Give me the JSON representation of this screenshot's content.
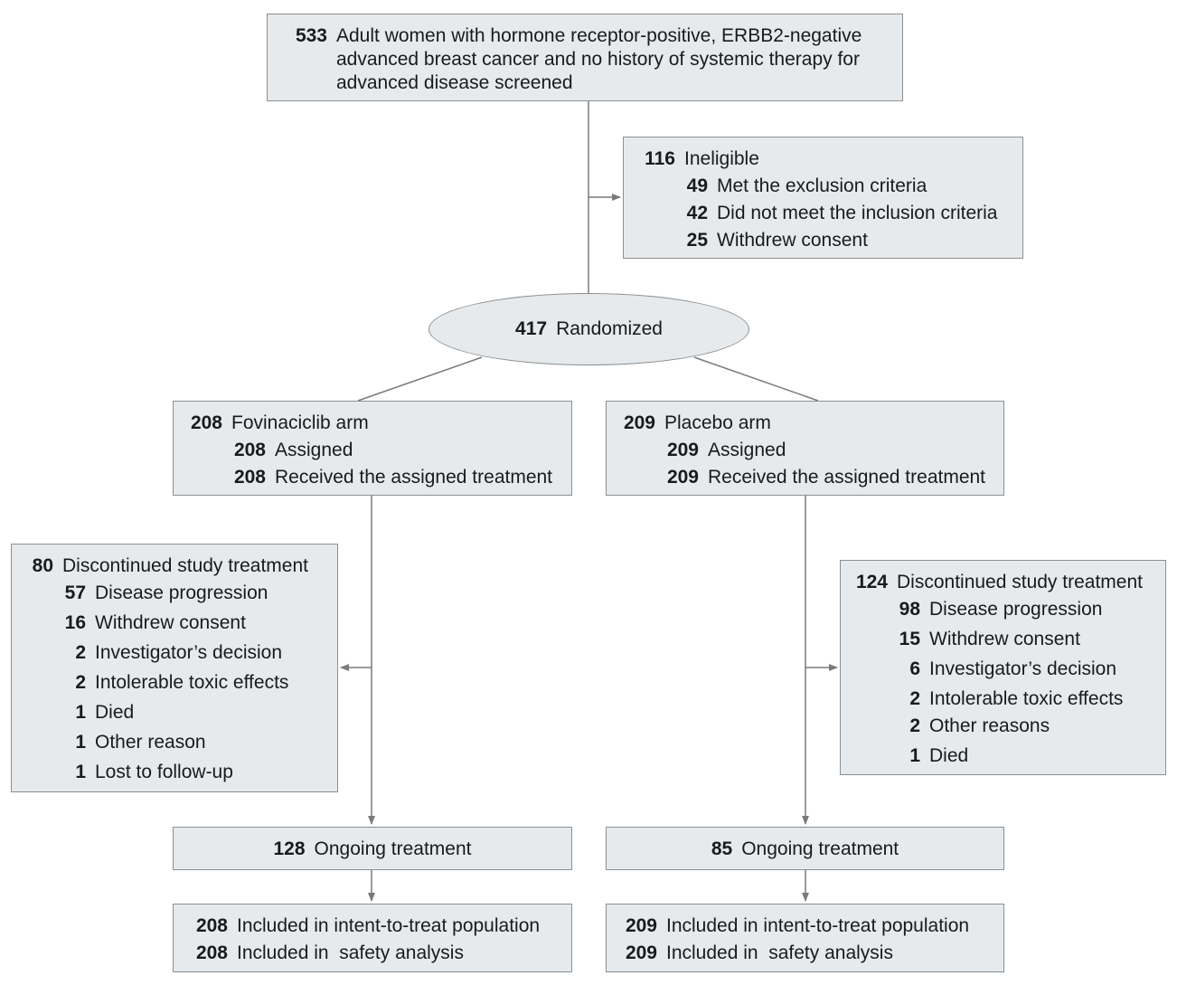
{
  "screened": {
    "count": "533",
    "lines": [
      "Adult women with hormone receptor-positive, ERBB2-negative",
      "advanced breast cancer and no history of systemic therapy for",
      "advanced disease screened"
    ]
  },
  "ineligible": {
    "count": "116",
    "label": "Ineligible",
    "items": [
      {
        "count": "49",
        "label": "Met the exclusion criteria"
      },
      {
        "count": "42",
        "label": "Did not meet the inclusion criteria"
      },
      {
        "count": "25",
        "label": "Withdrew consent"
      }
    ]
  },
  "randomized": {
    "count": "417",
    "label": "Randomized"
  },
  "fovinaciclib_arm": {
    "count": "208",
    "label": "Fovinaciclib arm",
    "items": [
      {
        "count": "208",
        "label": "Assigned"
      },
      {
        "count": "208",
        "label": "Received the assigned treatment"
      }
    ]
  },
  "placebo_arm": {
    "count": "209",
    "label": "Placebo arm",
    "items": [
      {
        "count": "209",
        "label": "Assigned"
      },
      {
        "count": "209",
        "label": "Received the assigned treatment"
      }
    ]
  },
  "fovinaciclib_discontinued": {
    "count": "80",
    "label": "Discontinued study treatment",
    "items": [
      {
        "count": "57",
        "label": "Disease progression"
      },
      {
        "count": "16",
        "label": "Withdrew consent"
      },
      {
        "count": "2",
        "label": "Investigator’s decision"
      },
      {
        "count": "2",
        "label": "Intolerable toxic effects"
      },
      {
        "count": "1",
        "label": "Died"
      },
      {
        "count": "1",
        "label": "Other reason"
      },
      {
        "count": "1",
        "label": "Lost to follow-up"
      }
    ]
  },
  "placebo_discontinued": {
    "count": "124",
    "label": "Discontinued study treatment",
    "items": [
      {
        "count": "98",
        "label": "Disease progression"
      },
      {
        "count": "15",
        "label": "Withdrew consent"
      },
      {
        "count": "6",
        "label": "Investigator’s decision"
      },
      {
        "count": "2",
        "label": "Intolerable toxic effects"
      },
      {
        "count": "2",
        "label": "Other reasons"
      },
      {
        "count": "1",
        "label": "Died"
      }
    ]
  },
  "fovinaciclib_ongoing": {
    "count": "128",
    "label": "Ongoing treatment"
  },
  "placebo_ongoing": {
    "count": "85",
    "label": "Ongoing treatment"
  },
  "fovinaciclib_analysis": {
    "items": [
      {
        "count": "208",
        "label": "Included in intent-to-treat population"
      },
      {
        "count": "208",
        "label": "Included in  safety analysis"
      }
    ]
  },
  "placebo_analysis": {
    "items": [
      {
        "count": "209",
        "label": "Included in intent-to-treat population"
      },
      {
        "count": "209",
        "label": "Included in  safety analysis"
      }
    ]
  },
  "colors": {
    "box_fill": "#e6eaec",
    "box_border": "#8c8f91",
    "connector": "#7a7a7a"
  }
}
